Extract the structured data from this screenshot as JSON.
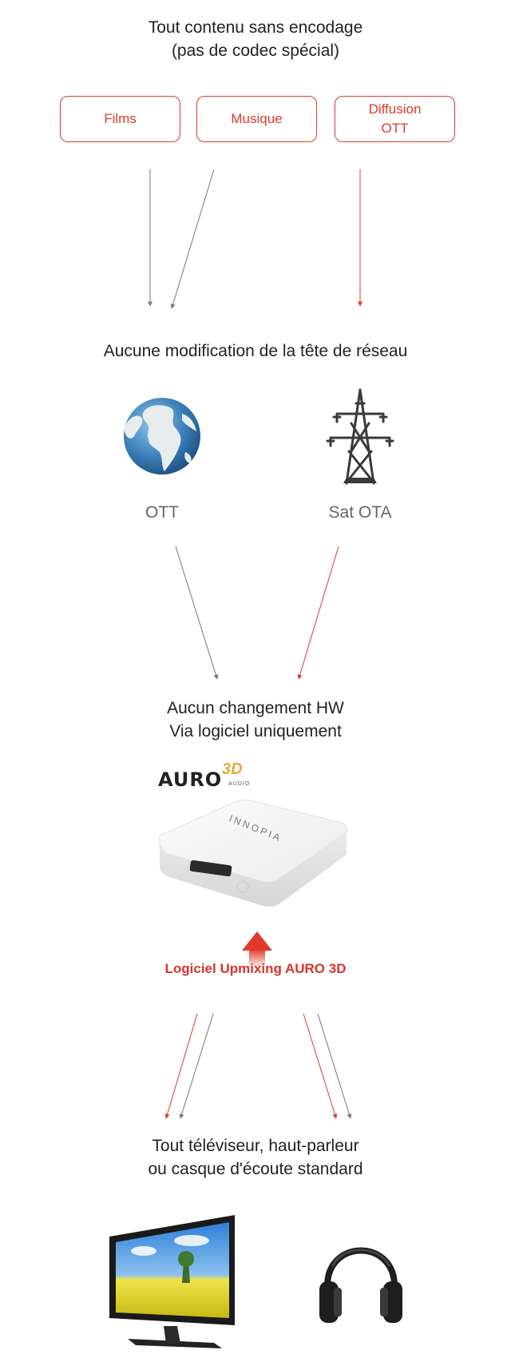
{
  "top": {
    "line1": "Tout contenu sans encodage",
    "line2": "(pas de codec spécial)"
  },
  "sources": [
    {
      "line1": "Films",
      "line2": ""
    },
    {
      "line1": "Musique",
      "line2": ""
    },
    {
      "line1": "Diffusion",
      "line2": "OTT"
    }
  ],
  "headend": {
    "title": "Aucune modification de la tête de réseau"
  },
  "delivery": {
    "ott_label": "OTT",
    "sat_label": "Sat OTA",
    "ott_icon": "globe-icon",
    "sat_icon": "transmission-tower-icon"
  },
  "device": {
    "line1": "Aucun changement HW",
    "line2": "Via logiciel uniquement",
    "logo_text": "AURO",
    "logo_3d": "3D",
    "logo_sub": "AUDIO",
    "brand": "INNOPIA",
    "software_label": "Logiciel Upmixing AURO 3D"
  },
  "output": {
    "line1": "Tout téléviseur, haut-parleur",
    "line2": "ou casque d'écoute standard",
    "tv_icon": "tv-monitor-icon",
    "headphones_icon": "headphones-icon"
  },
  "colors": {
    "accent_red": "#e0392b",
    "arrow_gray": "#777777",
    "text": "#222222"
  }
}
